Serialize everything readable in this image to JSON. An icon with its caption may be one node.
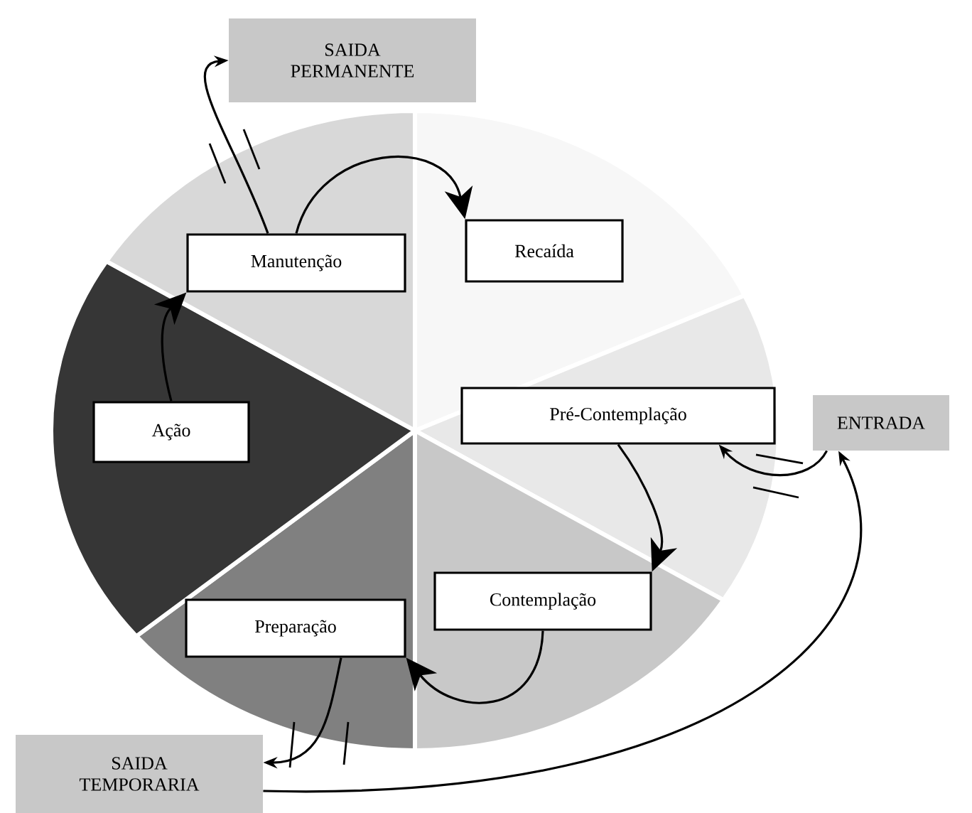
{
  "diagram": {
    "nodes": [
      {
        "text": [
          "Manutenção"
        ]
      },
      {
        "text": [
          "Recaída"
        ]
      },
      {
        "text": [
          "Pré-Contemplação"
        ]
      },
      {
        "text": [
          "Contemplação"
        ]
      },
      {
        "text": [
          "Preparação"
        ]
      },
      {
        "text": [
          "Ação"
        ]
      },
      {
        "text": [
          "SAIDA PERMANENTE"
        ]
      },
      {
        "text": [
          "ENTRADA"
        ]
      },
      {
        "text": [
          "SAIDA TEMPORARIA"
        ]
      }
    ],
    "edges": [
      {
        "from": 0,
        "to": 1,
        "arrow": "to"
      },
      {
        "from": 5,
        "to": 0,
        "arrow": "to"
      },
      {
        "from": 2,
        "to": 3,
        "arrow": "to"
      },
      {
        "from": 3,
        "to": 4,
        "arrow": "to"
      },
      {
        "from": 0,
        "to": 6,
        "arrow": "to"
      },
      {
        "from": 4,
        "to": 8,
        "arrow": "to"
      },
      {
        "from": 8,
        "to": 7,
        "arrow": "to"
      },
      {
        "from": 7,
        "to": 2,
        "arrow": "to"
      }
    ]
  }
}
